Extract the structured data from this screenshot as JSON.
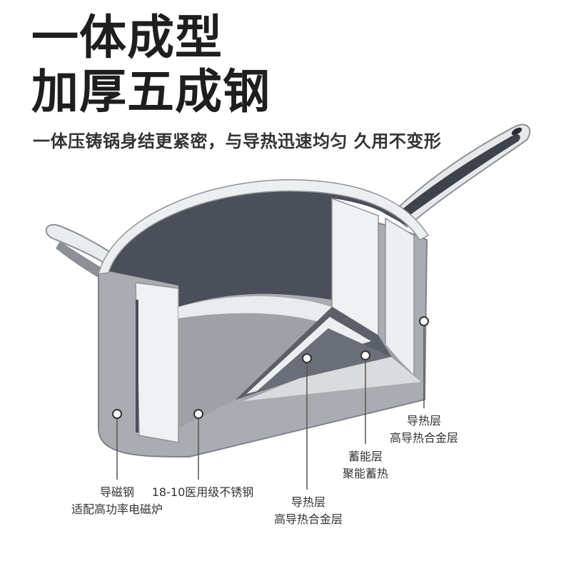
{
  "headline": {
    "line1": "一体成型",
    "line2": "加厚五成钢"
  },
  "subtitle": "一体压铸锅身结更紧密，与导热迅速均匀 久用不变形",
  "labels": {
    "magnetic": {
      "title": "导磁钢",
      "desc": "适配高功率电磁炉"
    },
    "stainless": {
      "title": "18-10医用级不锈钢"
    },
    "heat_inner": {
      "title": "导热层",
      "desc": "高导热合金层"
    },
    "storage": {
      "title": "蓄能层",
      "desc": "聚能蓄热"
    },
    "heat_outer": {
      "title": "导热层",
      "desc": "高导热合金层"
    }
  },
  "colors": {
    "interior": "#4a4f59",
    "body": "#a7aaae",
    "rim": "#eceeef",
    "handle_grip": "#3e434b"
  }
}
